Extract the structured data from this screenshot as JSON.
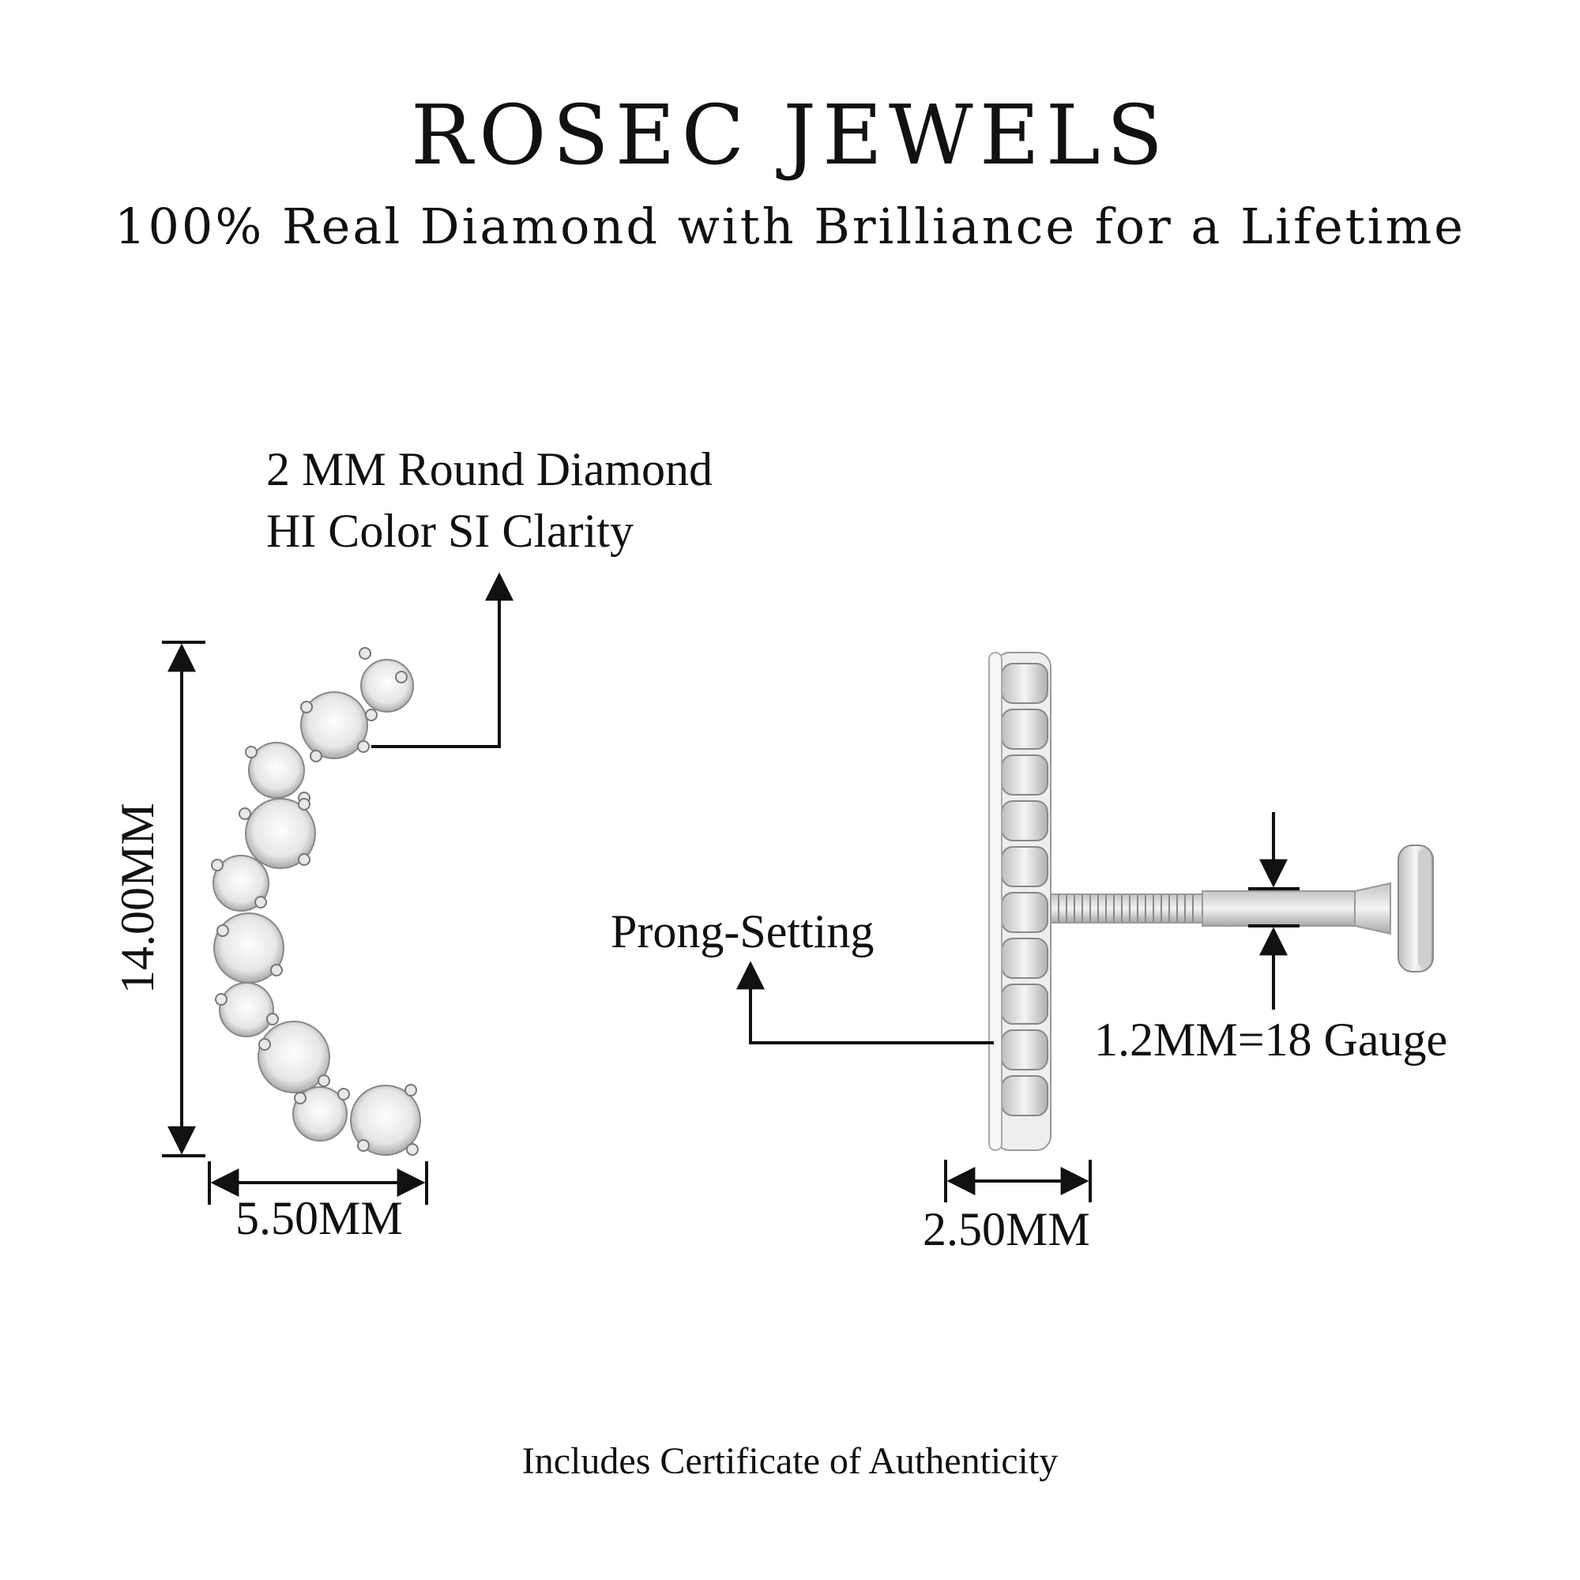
{
  "header": {
    "brand": "ROSEC JEWELS",
    "tagline": "100% Real Diamond with Brilliance for a Lifetime"
  },
  "labels": {
    "diamond_size": "2 MM Round Diamond",
    "diamond_grade": "HI Color SI Clarity",
    "height": "14.00MM",
    "width_front": "5.50MM",
    "setting": "Prong-Setting",
    "gauge": "1.2MM=18 Gauge",
    "width_side": "2.50MM"
  },
  "footer": {
    "certificate": "Includes Certificate of Authenticity"
  },
  "colors": {
    "text": "#111111",
    "metal": "#d9d9d9",
    "diamond": "#f4f4f4"
  }
}
